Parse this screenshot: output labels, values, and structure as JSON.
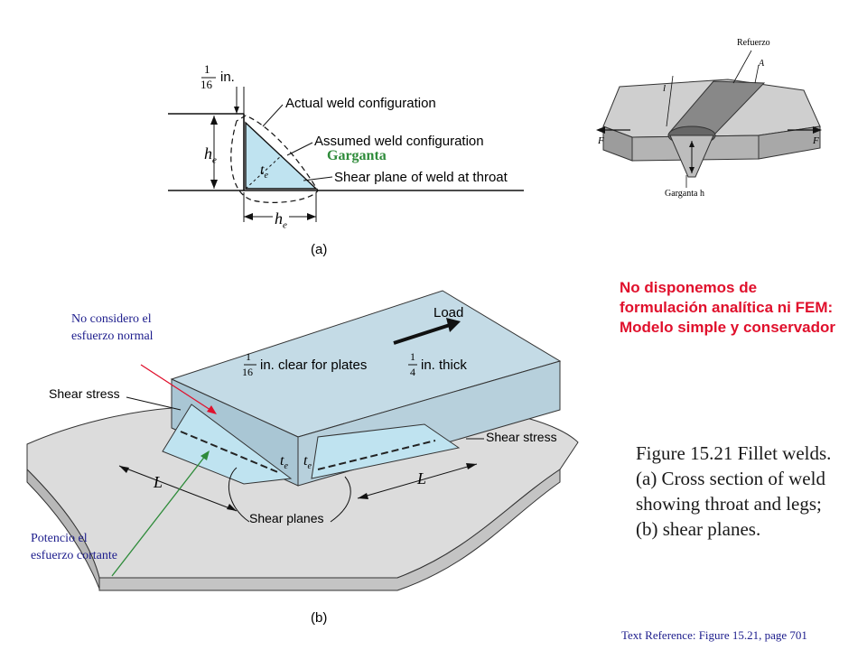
{
  "figure_a": {
    "dim_top_num": "1",
    "dim_top_den": "16",
    "dim_top_unit": "in.",
    "label_actual": "Actual weld configuration",
    "label_assumed": "Assumed weld configuration",
    "label_garganta": "Garganta",
    "label_shear_plane": "Shear plane of weld at throat",
    "sym_h": "h",
    "sym_t": "t",
    "sym_sub": "e",
    "panel_label": "(a)"
  },
  "figure_ref": {
    "label_refuerzo": "Refuerzo",
    "label_A": "A",
    "label_l": "l",
    "label_F": "F",
    "label_garganta_h": "Garganta h"
  },
  "figure_b": {
    "label_load": "Load",
    "clear_num": "1",
    "clear_den": "16",
    "clear_mid": "in. clear for plates",
    "thick_num": "1",
    "thick_den": "4",
    "clear_end": "in. thick",
    "label_shear_stress": "Shear stress",
    "label_shear_planes": "Shear planes",
    "label_L": "L",
    "sym_t": "t",
    "sym_sub": "e",
    "panel_label": "(b)"
  },
  "notes": {
    "no_normal": "No considero el esfuerzo normal",
    "cortante": "Potencio el esfuerzo cortante",
    "red_note": "No disponemos de formulación analítica ni FEM: Modelo simple y conservador"
  },
  "caption": "Figure 15.21  Fillet welds. (a) Cross section of weld showing throat and legs; (b) shear planes.",
  "text_reference": "Text Reference:  Figure 15.21,  page 701",
  "colors": {
    "note_red": "#e0102c",
    "note_blue": "#1c1c8c",
    "garganta_green": "#2e8b3a",
    "weld_cyan": "#bfe3f0",
    "plate_blue": "#c4dbe6"
  }
}
